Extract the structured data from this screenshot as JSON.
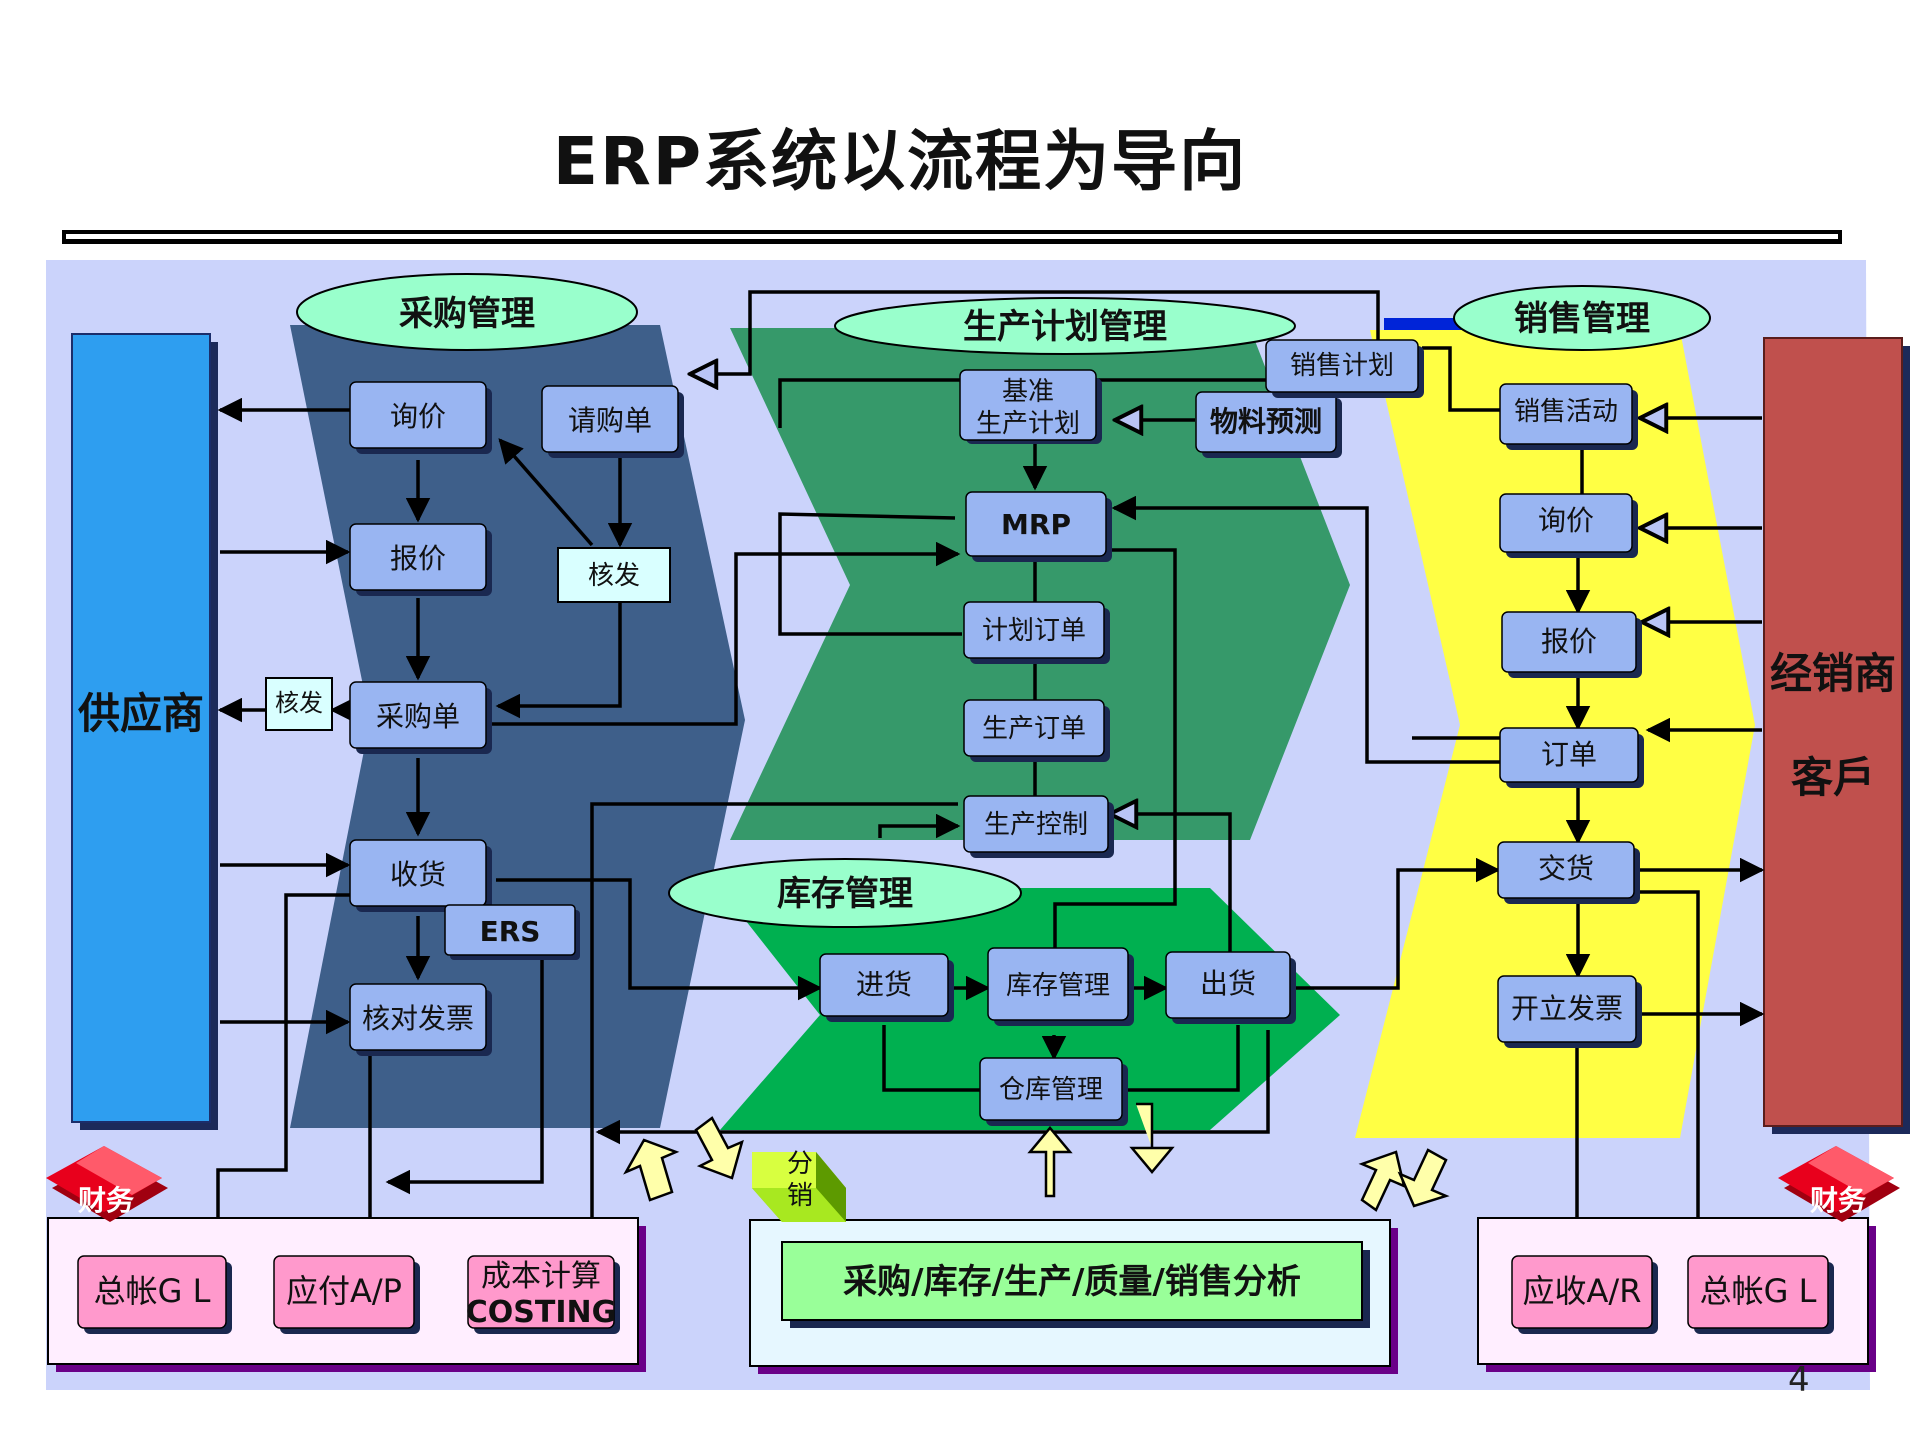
{
  "title": "ERP系统以流程为导向",
  "page_number": "4",
  "colors": {
    "background_panel": "#cbd3fb",
    "purchasing_band": "#3e5f8a",
    "production_band": "#36996a",
    "inventory_band": "#00b050",
    "sales_band": "#ffff44",
    "supplier_bar": "#2e9ef0",
    "dealer_bar": "#c0504d",
    "node_fill": "#99b5f2",
    "oval_fill": "#99ffcc",
    "finance_badge": "#e8001c",
    "ledger_box": "#ff99cc",
    "analysis_box": "#99ff99"
  },
  "sections": {
    "purchasing": "采购管理",
    "production": "生产计划管理",
    "sales": "销售管理",
    "inventory": "库存管理"
  },
  "sides": {
    "supplier": "供应商",
    "dealer_line1": "经销商",
    "dealer_line2": "客戶"
  },
  "purchasing_nodes": {
    "inquiry": "询价",
    "requisition": "请购单",
    "quote": "报价",
    "approve": "核发",
    "approve_side": "核发",
    "purchase_order": "采购单",
    "receiving": "收货",
    "ers": "ERS",
    "verify_invoice": "核对发票"
  },
  "production_nodes": {
    "mps_line1": "基准",
    "mps_line2": "生产计划",
    "material_forecast": "物料预测",
    "sales_plan": "销售计划",
    "mrp": "MRP",
    "planned_order": "计划订单",
    "production_order": "生产订单",
    "production_control": "生产控制"
  },
  "inventory_nodes": {
    "stock_in": "进货",
    "inventory_mgmt": "库存管理",
    "stock_out": "出货",
    "warehouse_mgmt": "仓库管理"
  },
  "sales_nodes": {
    "sales_activity": "销售活动",
    "inquiry": "询价",
    "quote": "报价",
    "order": "订单",
    "delivery": "交货",
    "invoice": "开立发票"
  },
  "finance_left": {
    "badge": "财务",
    "gl": "总帐G L",
    "ap": "应付A/P",
    "costing_line1": "成本计算",
    "costing_line2": "COSTING"
  },
  "analysis": {
    "badge_line1": "分",
    "badge_line2": "销",
    "label": "采购/库存/生产/质量/销售分析"
  },
  "finance_right": {
    "badge": "财务",
    "ar": "应收A/R",
    "gl": "总帐G L"
  }
}
